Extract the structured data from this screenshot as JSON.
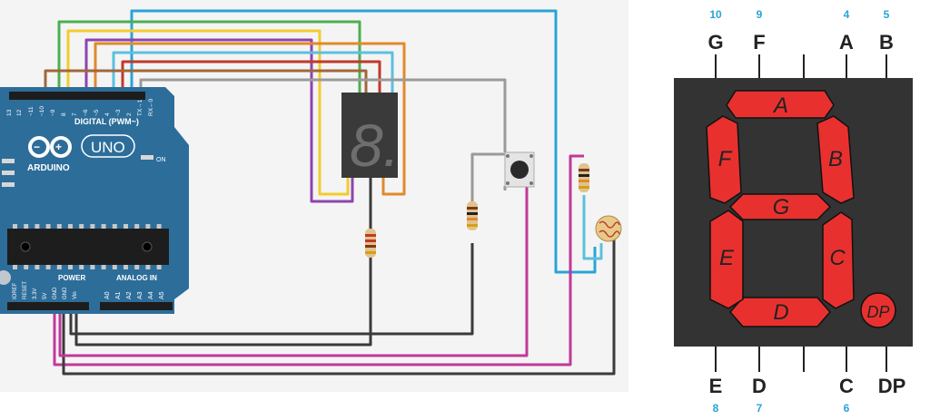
{
  "circuit": {
    "board": {
      "brand": "ARDUINO",
      "model": "UNO",
      "header_label": "DIGITAL (PWM~)",
      "on_label": "ON",
      "power_label": "POWER",
      "analog_label": "ANALOG IN",
      "digital_pins": [
        "13",
        "12",
        "~11",
        "~10",
        "~9",
        "8",
        "7",
        "~6",
        "~5",
        "4",
        "~3",
        "2",
        "TX→1",
        "RX←0"
      ],
      "power_pins": [
        "IOREF",
        "RESET",
        "3.3V",
        "5V",
        "GND",
        "GND",
        "Vin"
      ],
      "analog_pins": [
        "A0",
        "A1",
        "A2",
        "A3",
        "A4",
        "A5"
      ]
    },
    "display_digit": "8.",
    "wire_colors": {
      "blue": "#2aa3d8",
      "green": "#4caf50",
      "yellow": "#f2cc2e",
      "purple": "#8e44ad",
      "cyan": "#5bc0de",
      "red": "#c0392b",
      "orange": "#e08a2c",
      "brown": "#a0673a",
      "gray": "#9a9a9a",
      "black": "#3a3a3a",
      "magenta": "#c0399a"
    },
    "board_color": "#2d6d9a"
  },
  "segment_diagram": {
    "top_pins": [
      {
        "name": "G",
        "number": "10"
      },
      {
        "name": "F",
        "number": "9"
      },
      {
        "name": "",
        "number": ""
      },
      {
        "name": "A",
        "number": "4"
      },
      {
        "name": "B",
        "number": "5"
      }
    ],
    "bottom_pins": [
      {
        "name": "E",
        "number": "8"
      },
      {
        "name": "D",
        "number": "7"
      },
      {
        "name": "",
        "number": ""
      },
      {
        "name": "C",
        "number": "6"
      },
      {
        "name": "DP",
        "number": ""
      }
    ],
    "segments": {
      "a": "A",
      "b": "B",
      "c": "C",
      "d": "D",
      "e": "E",
      "f": "F",
      "g": "G",
      "dp": "DP"
    },
    "segment_color": "#e8312f",
    "body_color": "#333333",
    "number_color": "#2aa3d8"
  }
}
